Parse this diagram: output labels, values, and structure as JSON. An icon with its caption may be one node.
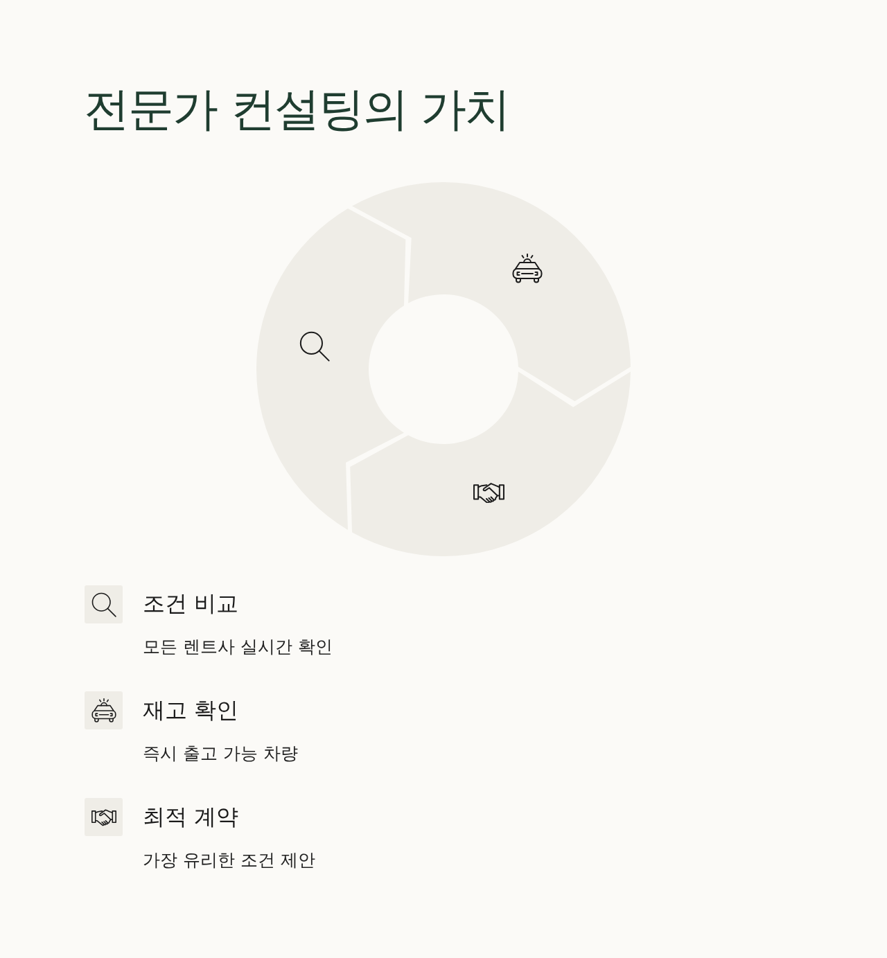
{
  "diagram": {
    "title": "전문가 컨설팅의 가치",
    "nodes": [
      {
        "text": [],
        "shape": "segment"
      },
      {
        "text": [],
        "shape": "segment"
      },
      {
        "text": [],
        "shape": "segment"
      },
      {
        "text": [],
        "shape": "box",
        "beside": [
          "조건 비교",
          "모든 렌트사 실시간 확인"
        ]
      },
      {
        "text": [],
        "shape": "box",
        "beside": [
          "재고 확인",
          "즉시 출고 가능 차량"
        ]
      },
      {
        "text": [],
        "shape": "box",
        "beside": [
          "최적 계약",
          "가장 유리한 조건 제안"
        ]
      }
    ]
  }
}
